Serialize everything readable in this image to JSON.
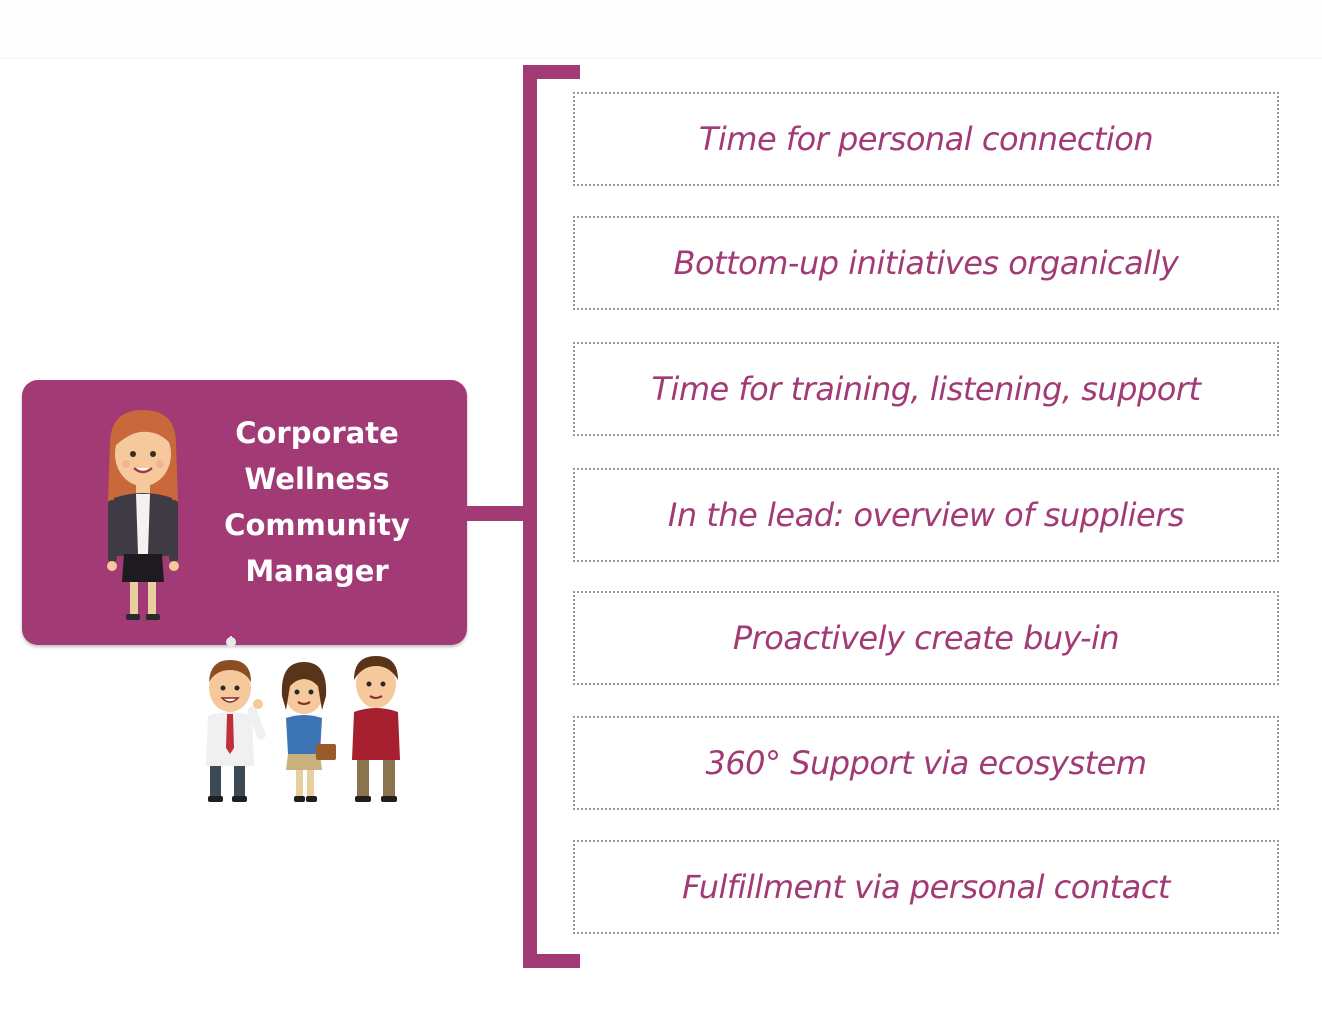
{
  "colors": {
    "accent": "#a23a76",
    "border": "#9a9a9a"
  },
  "role": {
    "title_lines": [
      "Corporate",
      "Wellness",
      "Community",
      "Manager"
    ],
    "avatar_icon": "woman-avatar-icon"
  },
  "team_icon": "team-people-icon",
  "items": [
    {
      "label": "Time for personal connection"
    },
    {
      "label": "Bottom-up initiatives organically"
    },
    {
      "label": "Time for training, listening, support"
    },
    {
      "label": "In the lead: overview of suppliers"
    },
    {
      "label": "Proactively create buy-in"
    },
    {
      "label": "360° Support via ecosystem"
    },
    {
      "label": "Fulfillment via personal contact"
    }
  ]
}
